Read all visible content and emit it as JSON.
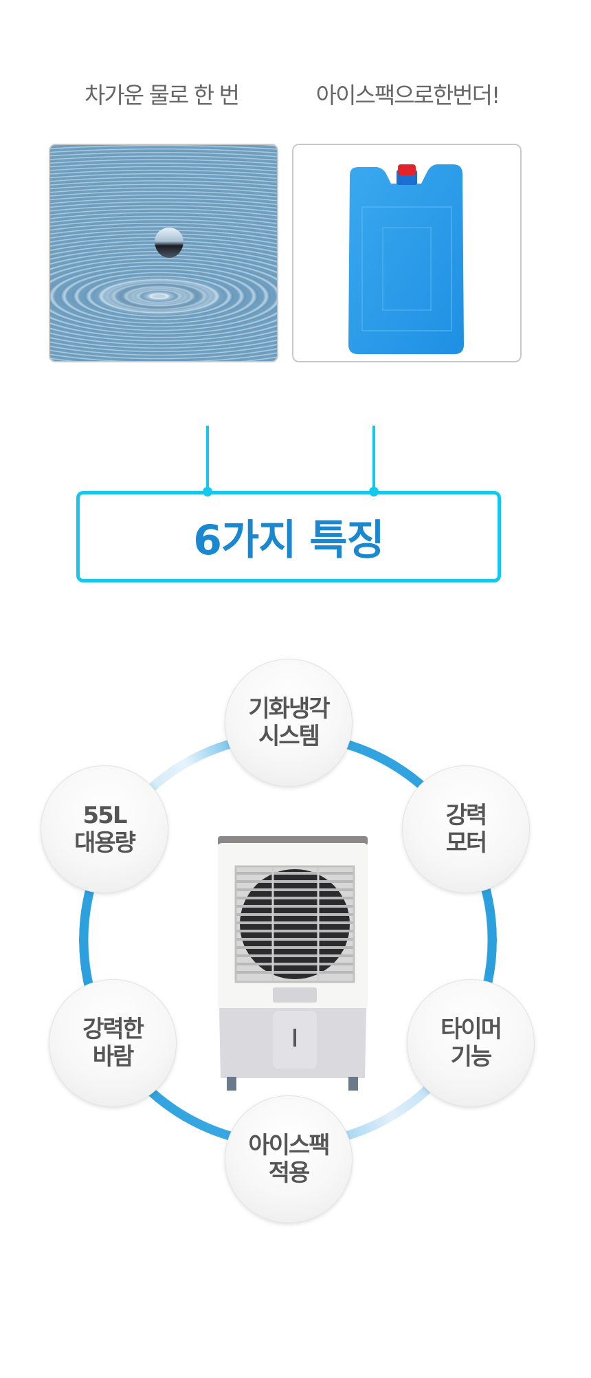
{
  "headings": {
    "left": "차가운 물로 한 번",
    "right": "아이스팩으로한번더!"
  },
  "images": {
    "left": "water-drop-image",
    "right": "ice-pack-image"
  },
  "title": "6가지 특징",
  "colors": {
    "accent": "#12c8f0",
    "title": "#1a87d1",
    "ring": "#2fa2df",
    "feature_text": "#555555"
  },
  "features": [
    {
      "line1": "기화냉각",
      "line2": "시스템"
    },
    {
      "line1": "강력",
      "line2": "모터"
    },
    {
      "line1": "타이머",
      "line2": "기능"
    },
    {
      "line1": "아이스팩",
      "line2": "적용"
    },
    {
      "line1": "강력한",
      "line2": "바람"
    },
    {
      "line1": "55L",
      "line2": "대용량"
    }
  ]
}
